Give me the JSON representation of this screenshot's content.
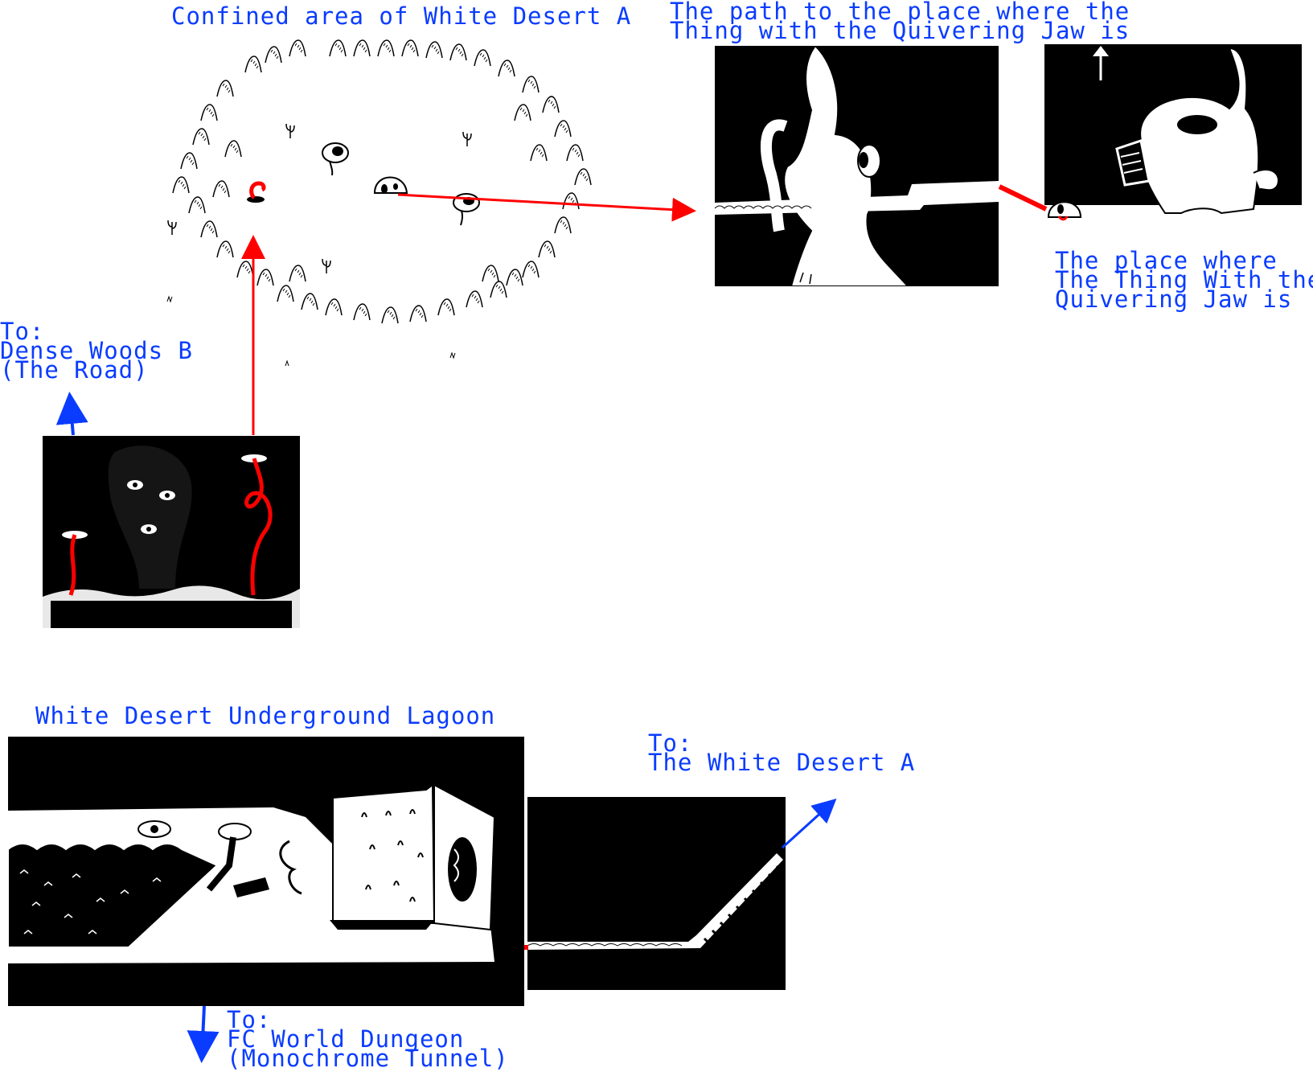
{
  "labels": {
    "confined_area": "Confined area of White Desert A",
    "path_title_1": "The path to the place where the",
    "path_title_2": "Thing with the Quivering Jaw is",
    "place_1": "The place where",
    "place_2": "The Thing With the",
    "place_3": "Quivering Jaw is",
    "to_dense_1": "To:",
    "to_dense_2": "Dense Woods B",
    "to_dense_3": "(The Road)",
    "lagoon_title": "White Desert Underground Lagoon",
    "to_white_1": "To:",
    "to_white_2": "The White Desert A",
    "to_fc_1": "To:",
    "to_fc_2": "FC World Dungeon",
    "to_fc_3": "(Monochrome Tunnel)"
  },
  "colors": {
    "label": "#0a3cff",
    "arrow_red": "#ff0000",
    "arrow_blue": "#0a3cff",
    "panel": "#000000",
    "sand": "#ffffff"
  }
}
